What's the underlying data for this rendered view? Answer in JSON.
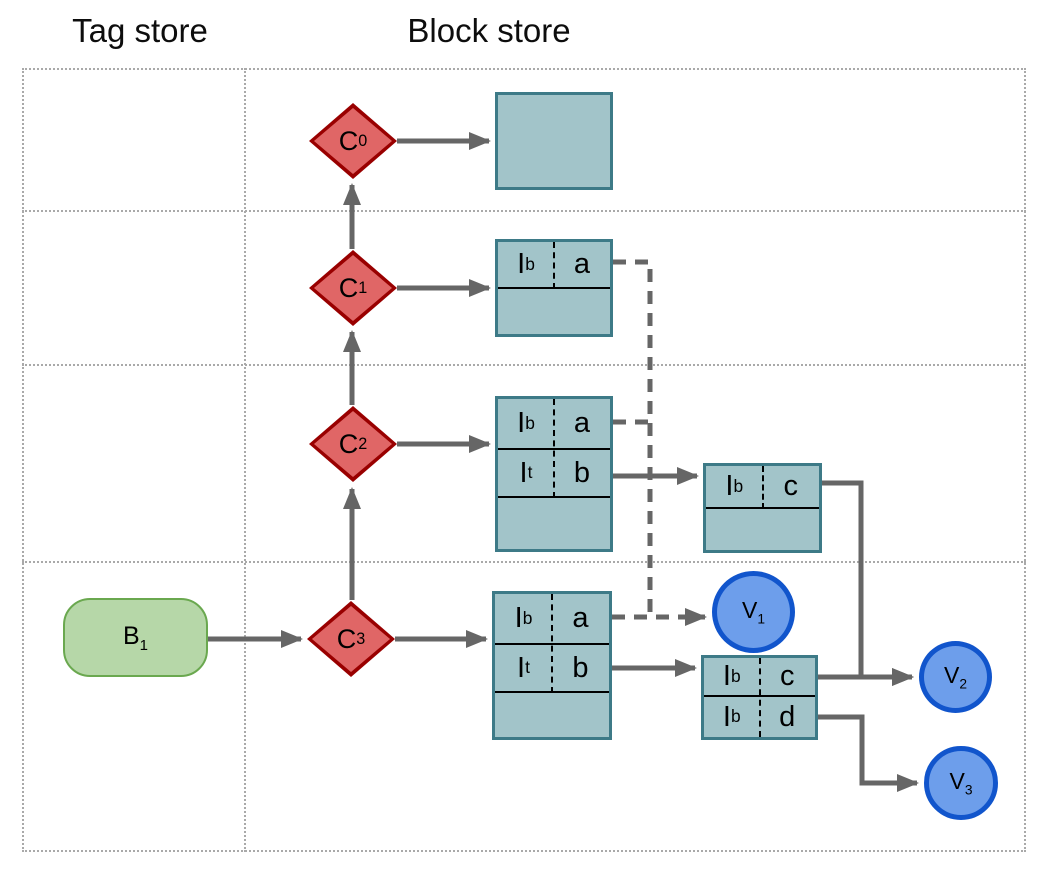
{
  "titles": {
    "tag_store": "Tag store",
    "block_store": "Block store"
  },
  "nodes": {
    "b1": {
      "text": "B",
      "sub": "1"
    },
    "c0": {
      "text": "C",
      "sub": "0"
    },
    "c1": {
      "text": "C",
      "sub": "1"
    },
    "c2": {
      "text": "C",
      "sub": "2"
    },
    "c3": {
      "text": "C",
      "sub": "3"
    },
    "v1": {
      "text": "V",
      "sub": "1"
    },
    "v2": {
      "text": "V",
      "sub": "2"
    },
    "v3": {
      "text": "V",
      "sub": "3"
    }
  },
  "blocks": {
    "c0_block": {
      "rows": []
    },
    "c1_block": {
      "rows": [
        {
          "key": "I",
          "key_sub": "b",
          "value": "a"
        }
      ]
    },
    "c2_block": {
      "rows": [
        {
          "key": "I",
          "key_sub": "b",
          "value": "a"
        },
        {
          "key": "I",
          "key_sub": "t",
          "value": "b"
        }
      ]
    },
    "c3_block": {
      "rows": [
        {
          "key": "I",
          "key_sub": "b",
          "value": "a"
        },
        {
          "key": "I",
          "key_sub": "t",
          "value": "b"
        }
      ]
    },
    "c2_child_block": {
      "rows": [
        {
          "key": "I",
          "key_sub": "b",
          "value": "c"
        }
      ]
    },
    "c3_child_block": {
      "rows": [
        {
          "key": "I",
          "key_sub": "b",
          "value": "c"
        },
        {
          "key": "I",
          "key_sub": "b",
          "value": "d"
        }
      ]
    }
  },
  "colors": {
    "checkpoint_fill": "#e06666",
    "checkpoint_border": "#990000",
    "block_fill": "#a2c4c9",
    "block_border": "#3d7a87",
    "tag_fill": "#b6d7a8",
    "tag_border": "#6aa84f",
    "value_fill": "#6d9eeb",
    "value_border": "#1155cc",
    "connector": "#666666",
    "grid": "#a9a9a9"
  }
}
